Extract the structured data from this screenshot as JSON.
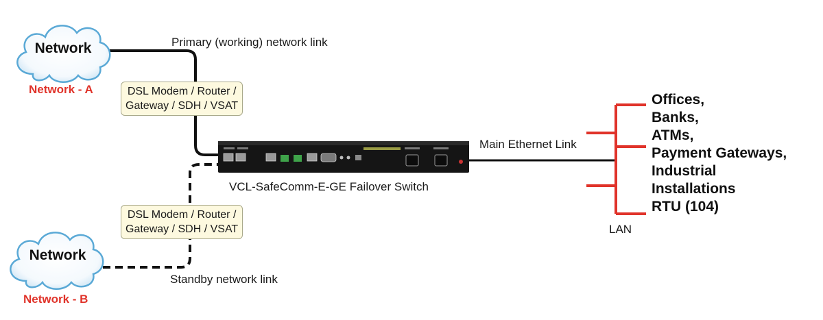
{
  "network_a": {
    "cloud_label": "Network",
    "caption": "Network - A"
  },
  "network_b": {
    "cloud_label": "Network",
    "caption": "Network - B"
  },
  "primary_link": {
    "label": "Primary (working) network link"
  },
  "standby_link": {
    "label": "Standby network link"
  },
  "modem_a": {
    "line1": "DSL Modem / Router /",
    "line2": "Gateway / SDH / VSAT"
  },
  "modem_b": {
    "line1": "DSL Modem / Router /",
    "line2": "Gateway / SDH / VSAT"
  },
  "switch": {
    "label": "VCL-SafeComm-E-GE Failover Switch"
  },
  "ethernet_link": {
    "label": "Main Ethernet Link"
  },
  "lan": {
    "label": "LAN",
    "destinations": [
      "Offices,",
      "Banks,",
      "ATMs,",
      "Payment Gateways,",
      "Industrial",
      "Installations",
      "RTU (104)"
    ]
  },
  "colors": {
    "primary_line": "#111111",
    "lan_bus": "#e0332a",
    "caption": "#e0332a",
    "cloud_fill": "#ffffff",
    "cloud_stroke": "#5aa9d6",
    "device_body": "#151515",
    "box_fill": "#fdf9df"
  }
}
